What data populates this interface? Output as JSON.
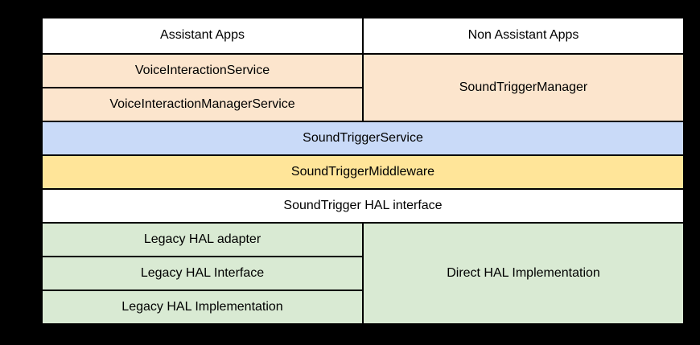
{
  "palette": {
    "canvas_background": "#000000",
    "cell_border": "#000000",
    "apps_layer": "#ffffff",
    "voice_interaction_layer": "#fce5cd",
    "service_layer": "#c9daf8",
    "middleware_layer": "#ffe599",
    "hal_interface_layer": "#ffffff",
    "hal_implementation_layer": "#d9ead3",
    "text": "#000000"
  },
  "diagram": {
    "cells": [
      {
        "id": "assistant-apps",
        "label": "Assistant Apps"
      },
      {
        "id": "non-assistant-apps",
        "label": "Non Assistant Apps"
      },
      {
        "id": "voice-interaction-service",
        "label": "VoiceInteractionService"
      },
      {
        "id": "voice-interaction-manager-service",
        "label": "VoiceInteractionManagerService"
      },
      {
        "id": "sound-trigger-manager",
        "label": "SoundTriggerManager"
      },
      {
        "id": "sound-trigger-service",
        "label": "SoundTriggerService"
      },
      {
        "id": "sound-trigger-middleware",
        "label": "SoundTriggerMiddleware"
      },
      {
        "id": "sound-trigger-hal-interface",
        "label": "SoundTrigger HAL interface"
      },
      {
        "id": "legacy-hal-adapter",
        "label": "Legacy HAL adapter"
      },
      {
        "id": "legacy-hal-interface",
        "label": "Legacy HAL Interface"
      },
      {
        "id": "legacy-hal-implementation",
        "label": "Legacy HAL Implementation"
      },
      {
        "id": "direct-hal-implementation",
        "label": "Direct HAL Implementation"
      }
    ]
  }
}
